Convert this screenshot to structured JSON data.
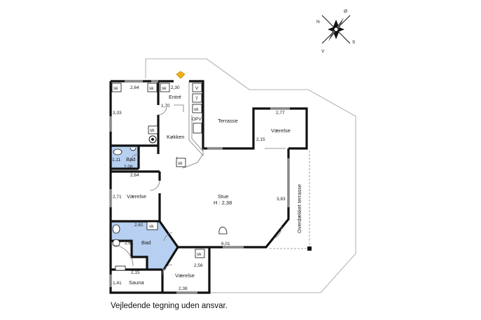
{
  "compass": {
    "n": "N",
    "o": "Ø",
    "s": "S",
    "v": "V"
  },
  "disclaimer": "Vejledende tegning uden ansvar.",
  "rooms": {
    "entre": "Entré",
    "kokken": "Køkken",
    "terrasse": "Terrasse",
    "vaerelse_ne": "Værelse",
    "bad_small": "Bad",
    "vaerelse_w": "Værelse",
    "stue": "Stue",
    "stue_height": "H : 2,38",
    "bad_big": "Bad",
    "sauna": "Sauna",
    "vaerelse_s": "Værelse",
    "overdaekket": "Overdækket terrasse"
  },
  "dims": {
    "d264_top": "2,64",
    "d230": "2,30",
    "d170": "1,70",
    "d333": "3,33",
    "d277": "2,77",
    "d215_ne": "2,15",
    "d111": "1,11",
    "d208": "2,08",
    "d264_mid": "2,64",
    "d271": "2,71",
    "d383": "3,83",
    "d261_top": "2,61",
    "d261_left": "2,61",
    "d601": "6,01",
    "d256": "2,56",
    "d215_s": "2,15",
    "d141": "1,41",
    "d238": "2,38"
  },
  "fixtures": {
    "sk1": "sk",
    "sk2": "sk",
    "sk3": "sk",
    "sk4": "sk",
    "sk5": "sk",
    "sk6": "sk",
    "sk7": "sk",
    "sk8": "sk",
    "v": "V",
    "t": "T",
    "opv": "OPV"
  },
  "colors": {
    "bath": "#b7cff0",
    "wall": "#111111",
    "accent": "#f0b01c"
  }
}
